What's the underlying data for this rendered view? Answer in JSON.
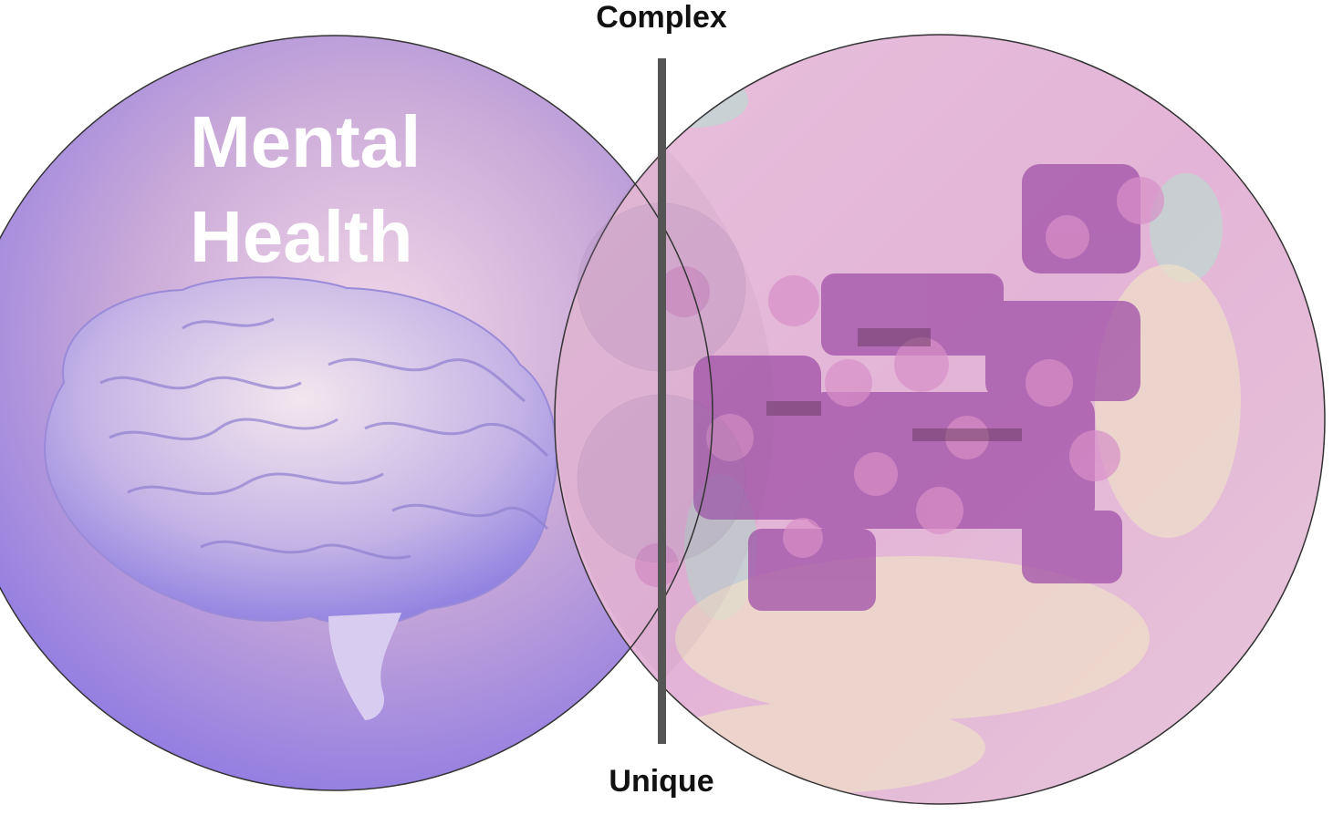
{
  "title": {
    "line1": "Mental",
    "line2": "Health"
  },
  "axis": {
    "top_label": "Complex",
    "bottom_label": "Unique"
  },
  "colors": {
    "left_circle_top": "#c8a8c8",
    "left_circle_bottom": "#8070e0",
    "right_circle_base": "#e8b8d8",
    "paint_purple": "#a050a8",
    "paint_cream": "#f0e0c8",
    "paint_mint": "#b8e0d0",
    "divider": "#555555"
  },
  "icons": {
    "brain": "brain-illustration",
    "painting": "abstract-painting"
  }
}
